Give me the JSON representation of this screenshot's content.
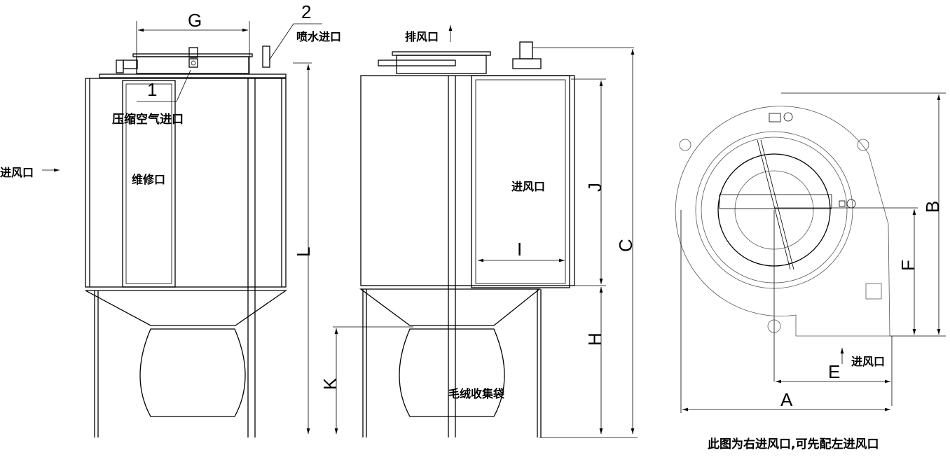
{
  "front_view": {
    "dim_g": "G",
    "callout_2": "2",
    "water_inlet": "喷水进口",
    "callout_1": "1",
    "air_inlet": "压缩空气进口",
    "side_inlet": "进风口",
    "maintenance": "维修口",
    "dim_l": "L"
  },
  "side_view": {
    "exhaust": "排风口",
    "inlet": "进风口",
    "dim_j": "J",
    "dim_i": "I",
    "dim_c": "C",
    "dim_h": "H",
    "dim_k": "K",
    "bag": "毛绒收集袋"
  },
  "fan_view": {
    "dim_b": "B",
    "dim_f": "F",
    "dim_e": "E",
    "inlet": "进风口",
    "dim_a": "A",
    "note": "此图为右进风口,可先配左进风口"
  }
}
